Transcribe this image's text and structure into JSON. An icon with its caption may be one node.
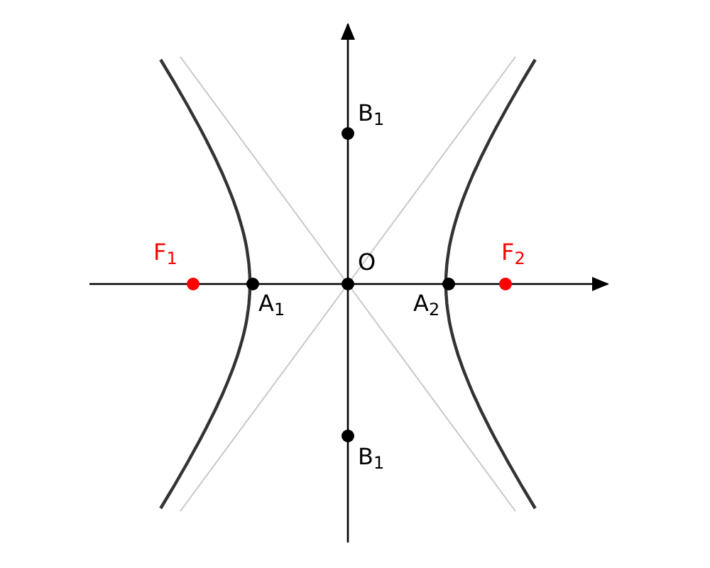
{
  "diagram": {
    "labels": [
      "B$_{1}$",
      "F$_{1}$",
      "O",
      "F$_{2}$",
      "A$_{1}$",
      "A$_{2}$",
      "B$_{1}$"
    ]
  }
}
